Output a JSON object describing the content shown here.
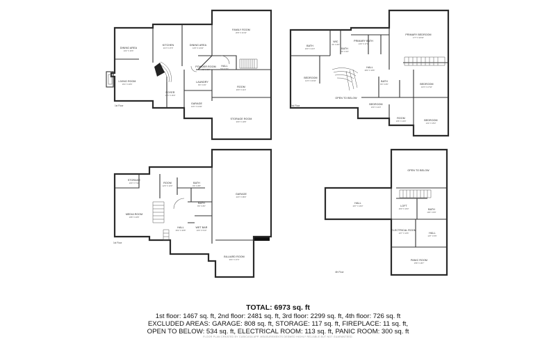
{
  "plans": {
    "floor_labels": [
      {
        "key": "p1",
        "text": "1st Floor"
      },
      {
        "key": "p2",
        "text": "2nd Floor"
      },
      {
        "key": "p3",
        "text": "1st Floor"
      },
      {
        "key": "p4",
        "text": "4th Floor"
      }
    ],
    "rooms": [
      {
        "key": "dining",
        "name": "DINING AREA",
        "dims": "13'2\" X 16'6\""
      },
      {
        "key": "kitchen",
        "name": "KITCHEN",
        "dims": "11'0\" X 17'0\""
      },
      {
        "key": "sunroom",
        "name": "DINING AREA",
        "dims": "14'6\" X 14'10\""
      },
      {
        "key": "family",
        "name": "FAMILY ROOM",
        "dims": "20'9\" X 21'10\""
      },
      {
        "key": "living",
        "name": "LIVING ROOM",
        "dims": "16'4\" X 20'6\""
      },
      {
        "key": "powder",
        "name": "POWDER ROOM",
        "dims": "6'2\" X 3'6\""
      },
      {
        "key": "hall1",
        "name": "HALL",
        "dims": "5'0\" X 5'0\""
      },
      {
        "key": "laundry",
        "name": "LAUNDRY",
        "dims": "8'0\" X 6'6\""
      },
      {
        "key": "foyer",
        "name": "FOYER",
        "dims": "10'6\" X 16'9\""
      },
      {
        "key": "garage1",
        "name": "GARAGE",
        "dims": "10'0\" X 11'00\""
      },
      {
        "key": "room1",
        "name": "ROOM",
        "dims": "20'0\" X 11'2\""
      },
      {
        "key": "storage1",
        "name": "STORAGE ROOM",
        "dims": "30'0\" X 19'8\""
      },
      {
        "key": "bath2a",
        "name": "BATH",
        "dims": "10'0\" X 11'0\""
      },
      {
        "key": "wic",
        "name": "WIC",
        "dims": "4'6\" X 8'6\""
      },
      {
        "key": "bath2b",
        "name": "BATH",
        "dims": "4'0\" X 6'0\""
      },
      {
        "key": "pbath",
        "name": "PRIMARY BATH",
        "dims": "14'0\" X 17'0\""
      },
      {
        "key": "pbed",
        "name": "PRIMARY BEDROOM",
        "dims": "17'7\" X 22'10\""
      },
      {
        "key": "hall2",
        "name": "HALL",
        "dims": "28'3\" X 19'6\""
      },
      {
        "key": "bed2a",
        "name": "BEDROOM",
        "dims": "14'4\" X 16'10\""
      },
      {
        "key": "open2",
        "name": "OPEN TO BELOW",
        "dims": ""
      },
      {
        "key": "bath2c",
        "name": "BATH",
        "dims": "8'0\" X 8'0\""
      },
      {
        "key": "bed2b",
        "name": "BEDROOM",
        "dims": "13'0\" X 11'0\""
      },
      {
        "key": "bed2c",
        "name": "BEDROOM",
        "dims": "16'3\" X 17'10\""
      },
      {
        "key": "room2",
        "name": "ROOM",
        "dims": "10'6\" X 10'0\""
      },
      {
        "key": "bed2d",
        "name": "BEDROOM",
        "dims": "14'4\" X 15'3\""
      },
      {
        "key": "storage3",
        "name": "STORAGE",
        "dims": "10'0\" X 7'10\""
      },
      {
        "key": "room3",
        "name": "ROOM",
        "dims": "12'0\" X 13'0\""
      },
      {
        "key": "bath3",
        "name": "BATH",
        "dims": "6'6\" X 8'8\""
      },
      {
        "key": "garage3",
        "name": "GARAGE",
        "dims": "22'3\" X 38'0\""
      },
      {
        "key": "media",
        "name": "MEDIA ROOM",
        "dims": "19'8\" X 20'8\""
      },
      {
        "key": "bath3b",
        "name": "BATH",
        "dims": "8'0\" X 8'0\""
      },
      {
        "key": "hall3",
        "name": "HALL",
        "dims": "26'2\" X 30'8\""
      },
      {
        "key": "wetbar",
        "name": "WET BAR",
        "dims": "10'0\" X 5'10\""
      },
      {
        "key": "billiard",
        "name": "BILLIARD ROOM",
        "dims": "30'4\" X 17'0\""
      },
      {
        "key": "open4",
        "name": "OPEN TO BELOW",
        "dims": ""
      },
      {
        "key": "hall4",
        "name": "HALL",
        "dims": "29'7\" X 16'0\""
      },
      {
        "key": "loft",
        "name": "LOFT",
        "dims": "16'0\" X 16'0\""
      },
      {
        "key": "bath4",
        "name": "BATH",
        "dims": "10'0\" X 8'0\""
      },
      {
        "key": "elec",
        "name": "ELECTRICAL ROOM",
        "dims": "10'7\" X 10'6\""
      },
      {
        "key": "hall4b",
        "name": "HALL",
        "dims": "10'7\" X 5'5\""
      },
      {
        "key": "panic",
        "name": "PANIC ROOM",
        "dims": "15'8\" X 18'7\""
      }
    ]
  },
  "summary": {
    "total": "TOTAL: 6973 sq. ft",
    "line1": "1st floor: 1467 sq. ft, 2nd floor: 2481 sq. ft, 3rd floor: 2299 sq. ft, 4th floor: 726 sq. ft",
    "line2": "EXCLUDED AREAS: GARAGE: 808 sq. ft, STORAGE: 117 sq. ft, FIREPLACE: 11 sq. ft,",
    "line3": "OPEN TO BELOW: 534 sq. ft, ELECTRICAL ROOM: 113 sq. ft, PANIC ROOM: 300 sq. ft",
    "disclaimer": "FLOOR PLAN CREATED BY CUBICASA APP. MEASUREMENTS DEEMED HIGHLY RELIABLE BUT NOT GUARANTEED."
  }
}
